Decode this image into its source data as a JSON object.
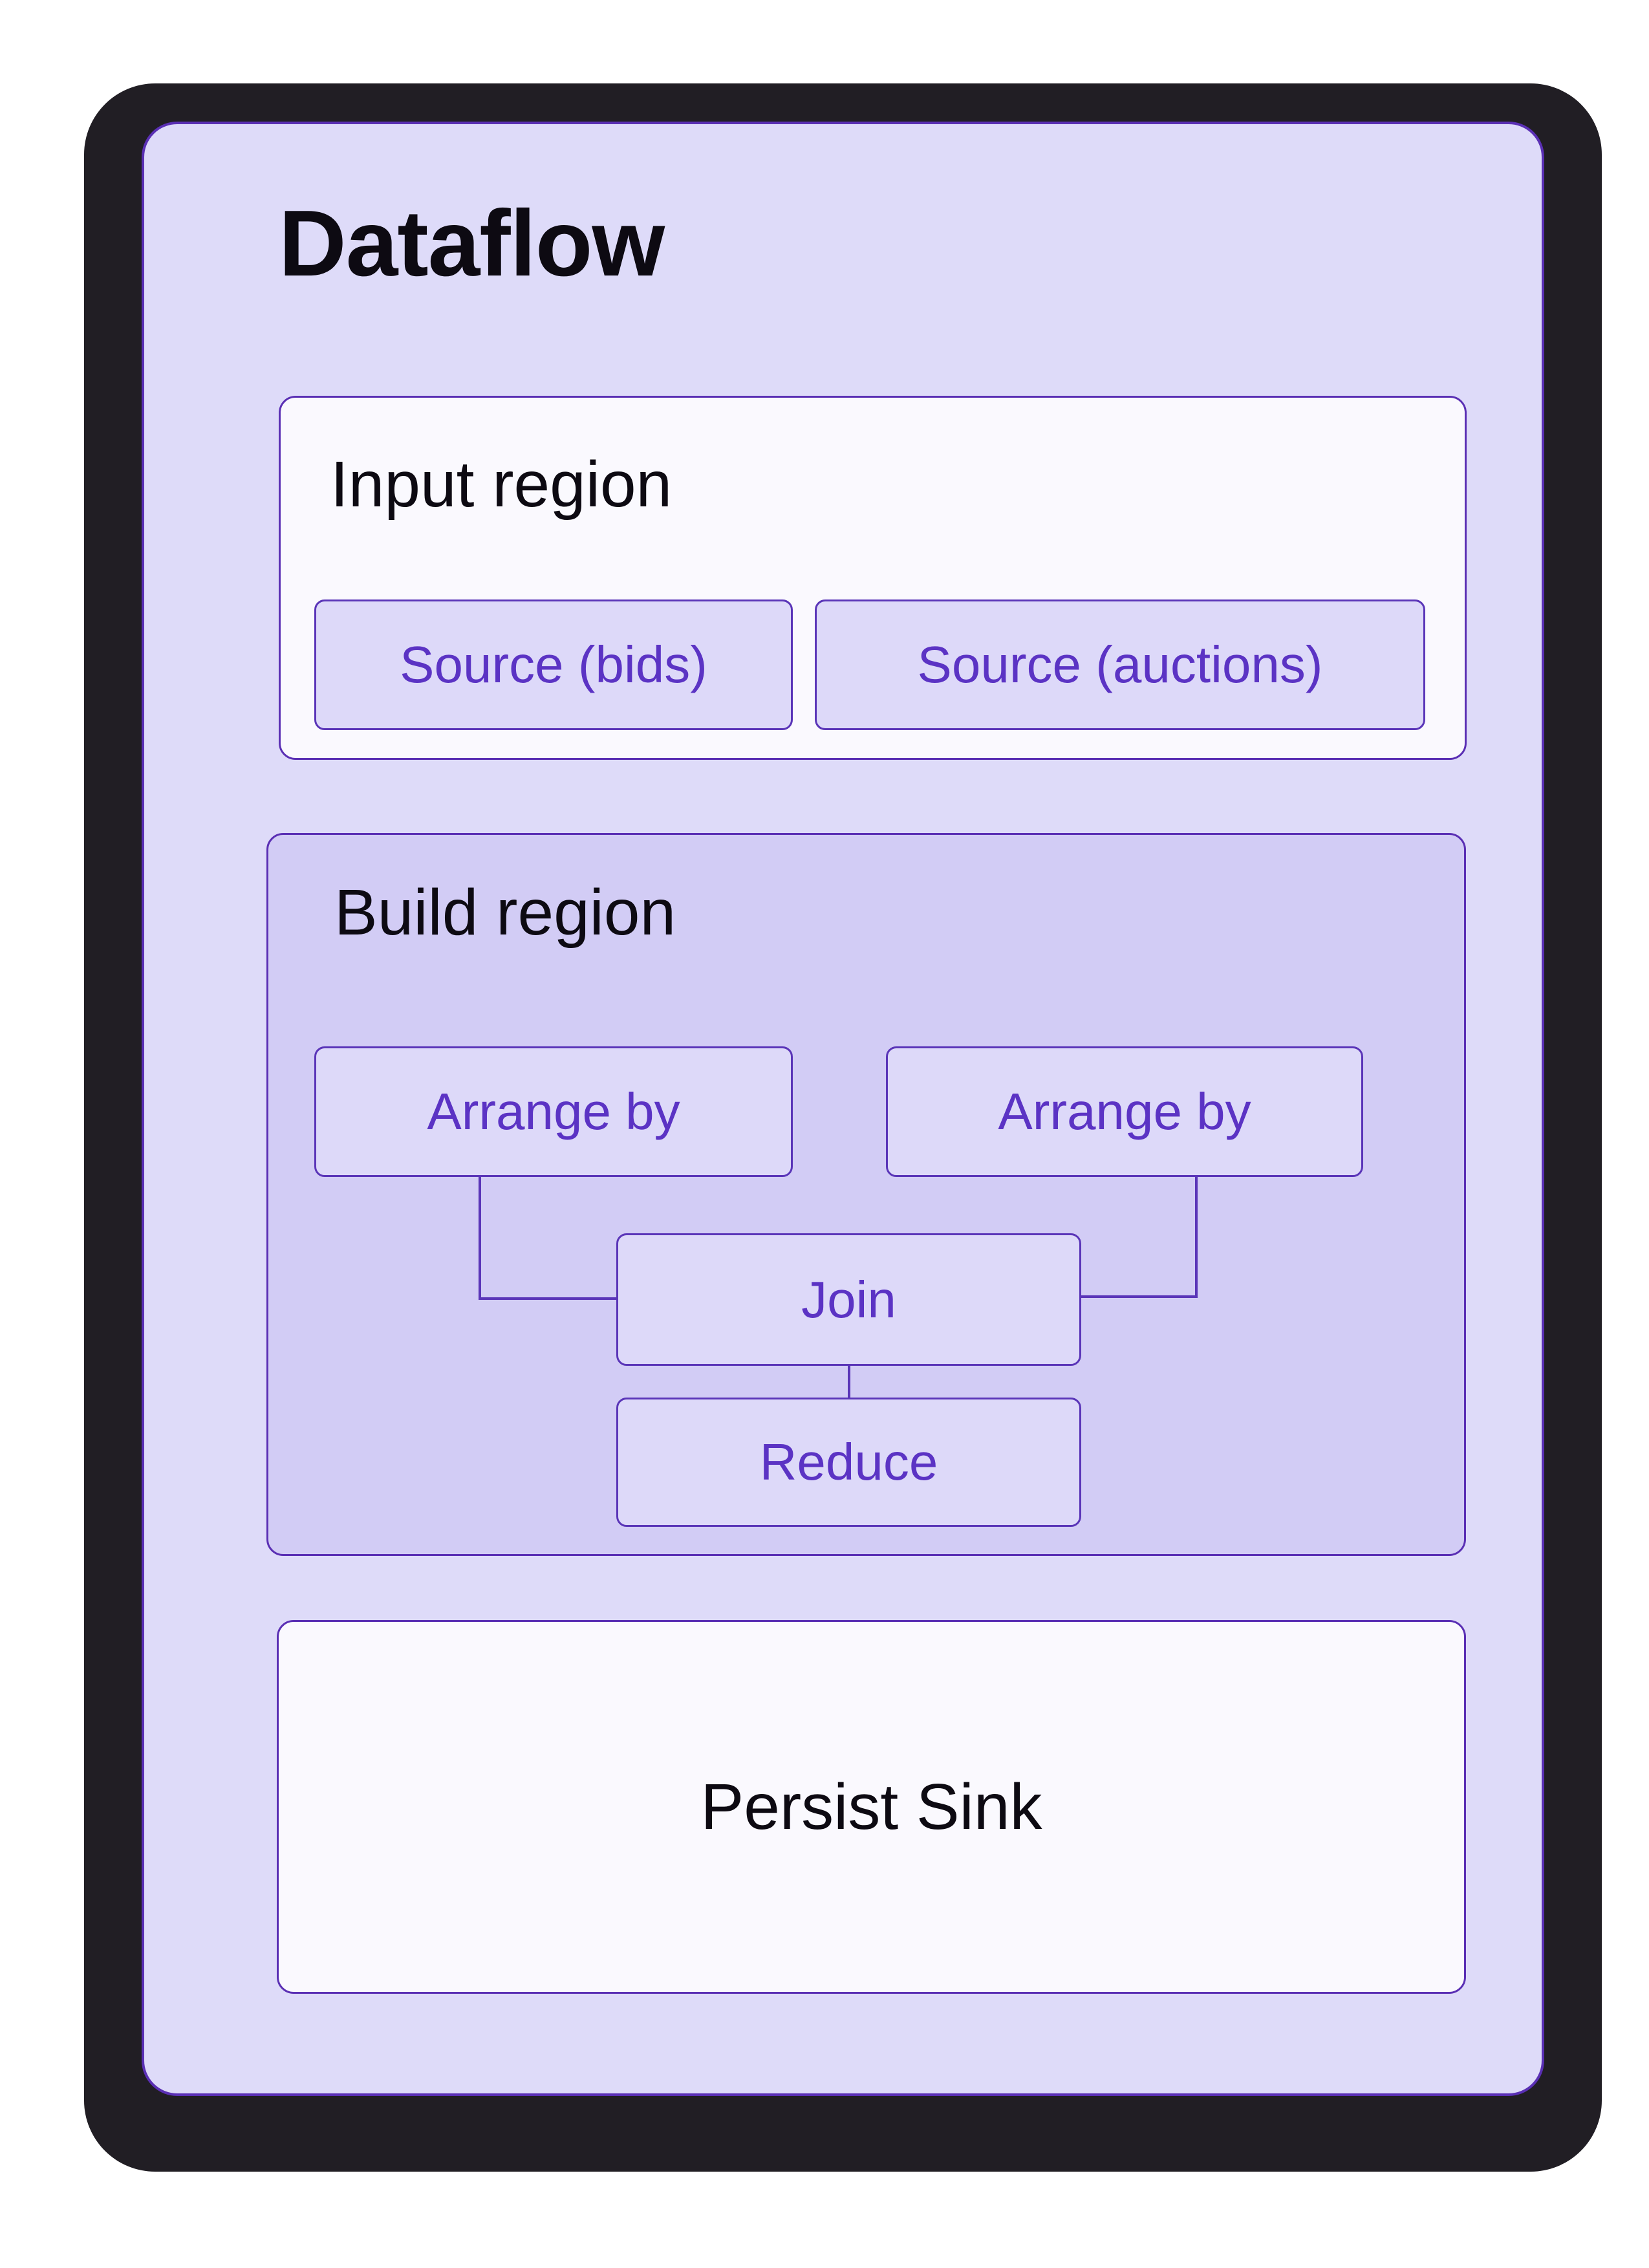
{
  "title": "Dataflow",
  "regions": {
    "input": {
      "label": "Input region",
      "nodes": [
        {
          "label": "Source (bids)"
        },
        {
          "label": "Source (auctions)"
        }
      ]
    },
    "build": {
      "label": "Build region",
      "nodes": [
        {
          "label": "Arrange by"
        },
        {
          "label": "Arrange by"
        },
        {
          "label": "Join"
        },
        {
          "label": "Reduce"
        }
      ]
    },
    "sink": {
      "label": "Persist Sink"
    }
  },
  "colors": {
    "frame": "#211E24",
    "panel-bg": "#DEDBF9",
    "panel-border": "#5A2FB4",
    "region-bg-light": "#FAF9FE",
    "build-bg": "#D2CCF5",
    "node-bg": "#DDD9F9",
    "node-border": "#5A35B8",
    "node-text": "#5B33C4",
    "connector": "#5A35B8",
    "title-text": "#0D0A12"
  }
}
